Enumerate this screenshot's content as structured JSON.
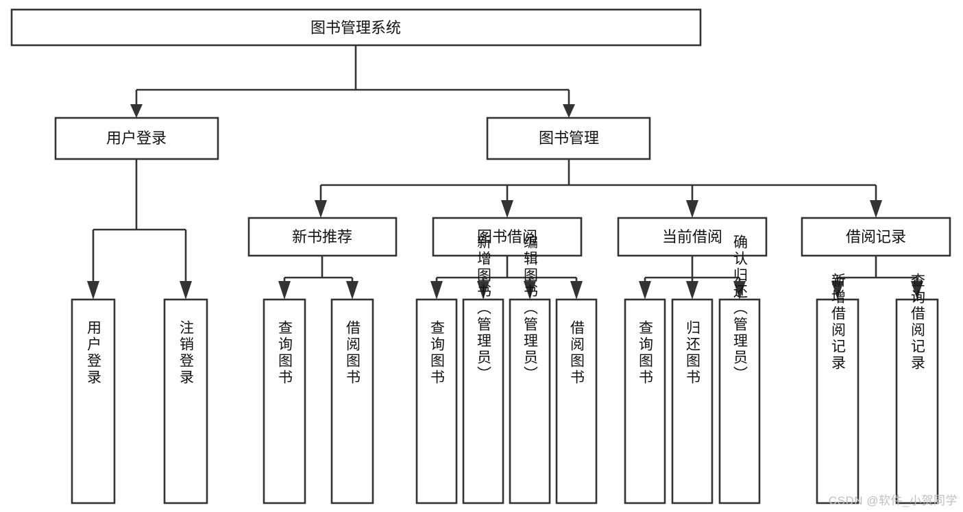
{
  "diagram": {
    "type": "tree-hierarchy-chart",
    "title": "图书管理系统",
    "background_color": "#ffffff",
    "line_color": "#333333",
    "text_color": "#111111",
    "root": {
      "label": "图书管理系统",
      "orientation": "horizontal"
    },
    "level2": [
      {
        "label": "用户登录",
        "orientation": "horizontal"
      },
      {
        "label": "图书管理",
        "orientation": "horizontal"
      }
    ],
    "level3": [
      {
        "label": "新书推荐",
        "orientation": "horizontal"
      },
      {
        "label": "图书借阅",
        "orientation": "horizontal"
      },
      {
        "label": "当前借阅",
        "orientation": "horizontal"
      },
      {
        "label": "借阅记录",
        "orientation": "horizontal"
      }
    ],
    "leaves": {
      "user_login": [
        {
          "label": "用户登录",
          "orientation": "vertical"
        },
        {
          "label": "注销登录",
          "orientation": "vertical"
        }
      ],
      "new_book_recommend": [
        {
          "label": "查询图书",
          "orientation": "vertical"
        },
        {
          "label": "借阅图书",
          "orientation": "vertical"
        }
      ],
      "book_borrow": [
        {
          "label": "查询图书",
          "orientation": "vertical"
        },
        {
          "label": "新增图书（管理员）",
          "orientation": "vertical"
        },
        {
          "label": "编辑图书（管理员）",
          "orientation": "vertical"
        },
        {
          "label": "借阅图书",
          "orientation": "vertical"
        }
      ],
      "current_borrow": [
        {
          "label": "查询图书",
          "orientation": "vertical"
        },
        {
          "label": "归还图书",
          "orientation": "vertical"
        },
        {
          "label": "确认归还（管理员）",
          "orientation": "vertical"
        }
      ],
      "borrow_record": [
        {
          "label": "新增借阅记录",
          "orientation": "vertical"
        },
        {
          "label": "查询借阅记录",
          "orientation": "vertical"
        }
      ]
    }
  },
  "watermark": {
    "text": "CSDN @软件_小贺同学",
    "color": "#bfbfbf"
  }
}
